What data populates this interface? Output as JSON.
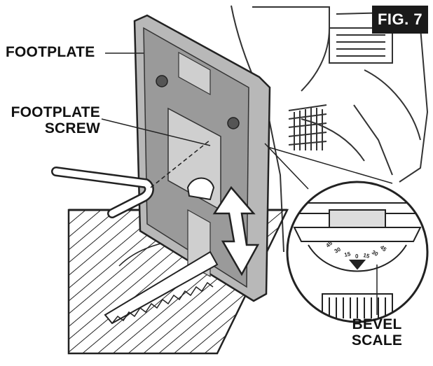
{
  "figure": {
    "badge": "FIG. 7",
    "labels": {
      "footplate": "FOOTPLATE",
      "footplate_screw_line1": "FOOTPLATE",
      "footplate_screw_line2": "SCREW",
      "bevel_scale_line1": "BEVEL",
      "bevel_scale_line2": "SCALE"
    },
    "bevel_scale_marks": [
      "45",
      "30",
      "15",
      "0",
      "15",
      "30",
      "45"
    ]
  },
  "colors": {
    "ink": "#111111",
    "plate_fill": "#9a9a9a",
    "plate_light": "#bdbdbd",
    "badge_bg": "#1a1a1a",
    "badge_text": "#ffffff"
  }
}
